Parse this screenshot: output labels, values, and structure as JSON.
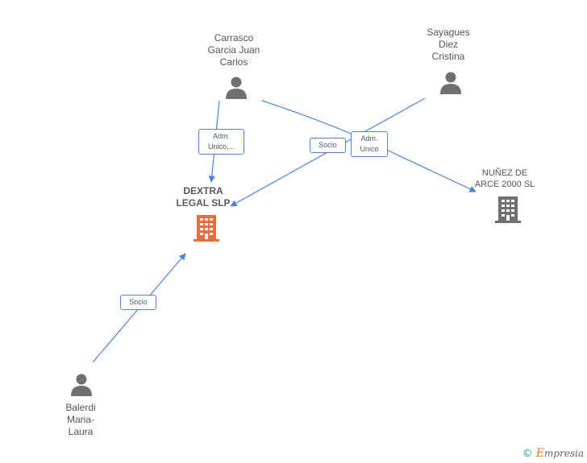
{
  "nodes": {
    "carrasco": {
      "lines": [
        "Carrasco",
        "Garcia Juan",
        "Carlos"
      ]
    },
    "sayagues": {
      "lines": [
        "Sayagues",
        "Diez",
        "Cristina"
      ]
    },
    "balerdi": {
      "lines": [
        "Balerdi",
        "Maria-",
        "Laura"
      ]
    },
    "dextra": {
      "lines": [
        "DEXTRA",
        "LEGAL SLP"
      ]
    },
    "nunez": {
      "lines": [
        "NUÑEZ DE",
        "ARCE 2000 SL"
      ]
    }
  },
  "edges": {
    "carrasco_dextra": {
      "lines": [
        "Adm.",
        "Unico,..."
      ]
    },
    "sayagues_dextra": {
      "lines": [
        "Socio"
      ]
    },
    "carrasco_nunez": {
      "lines": [
        "Adm.",
        "Unico"
      ]
    },
    "balerdi_dextra": {
      "lines": [
        "Socio"
      ]
    }
  },
  "footer": {
    "copyright": "©",
    "brand_initial": "E",
    "brand_rest": "mpresia"
  },
  "colors": {
    "edge": "#4a86d4",
    "person_icon": "#707070",
    "main_company_icon": "#f26a3a",
    "company_icon": "#6f6f6f"
  }
}
